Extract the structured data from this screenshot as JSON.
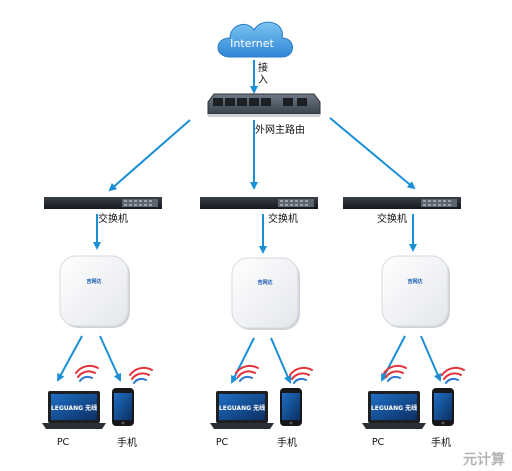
{
  "internet": {
    "label": "Internet"
  },
  "uplink": {
    "label_line1": "接",
    "label_line2": "入"
  },
  "router": {
    "label": "外网主路由"
  },
  "switches": [
    {
      "label": "交换机"
    },
    {
      "label": "交换机"
    },
    {
      "label": "交换机"
    }
  ],
  "access_points": [
    {
      "brand": "吉网达"
    },
    {
      "brand": "吉网达"
    },
    {
      "brand": "吉网达"
    }
  ],
  "clients": [
    {
      "pc_label": "PC",
      "phone_label": "手机",
      "laptop_brand": "LEGUANG 无线"
    },
    {
      "pc_label": "PC",
      "phone_label": "手机",
      "laptop_brand": "LEGUANG 无线"
    },
    {
      "pc_label": "PC",
      "phone_label": "手机",
      "laptop_brand": "LEGUANG 无线"
    }
  ],
  "watermark": "元计算",
  "colors": {
    "arrow": "#1a8fd6",
    "cloud": "#4aa3e6",
    "wifi_red": "#e0343a",
    "wifi_blue": "#2a77d4"
  }
}
